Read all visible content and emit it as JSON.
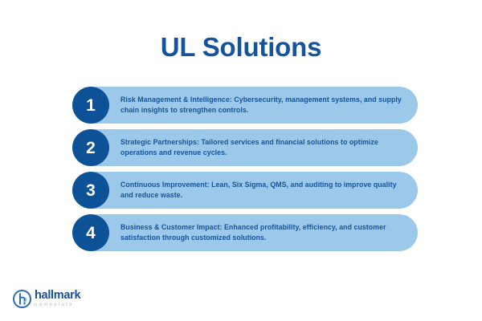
{
  "slide": {
    "background_color": "#ffffff",
    "title": "UL Solutions",
    "title_color": "#15539a",
    "accent_dark": "#0d5296",
    "accent_light": "#9cc9ea"
  },
  "items": [
    {
      "number": "1",
      "text": "Risk Management & Intelligence: Cybersecurity, management systems, and supply chain insights to strengthen controls."
    },
    {
      "number": "2",
      "text": "Strategic Partnerships: Tailored services and financial solutions to optimize operations and revenue cycles."
    },
    {
      "number": "3",
      "text": "Continuous Improvement: Lean, Six Sigma, QMS, and auditing to improve quality and reduce waste."
    },
    {
      "number": "4",
      "text": "Business & Customer Impact: Enhanced profitability, efficiency, and customer satisfaction through customized solutions."
    }
  ],
  "logo": {
    "icon": "hallmark-h-circle-icon",
    "name": "hallmark",
    "subtitle": "nameplate",
    "name_color": "#15539a",
    "subtitle_color": "#b9bec4"
  }
}
